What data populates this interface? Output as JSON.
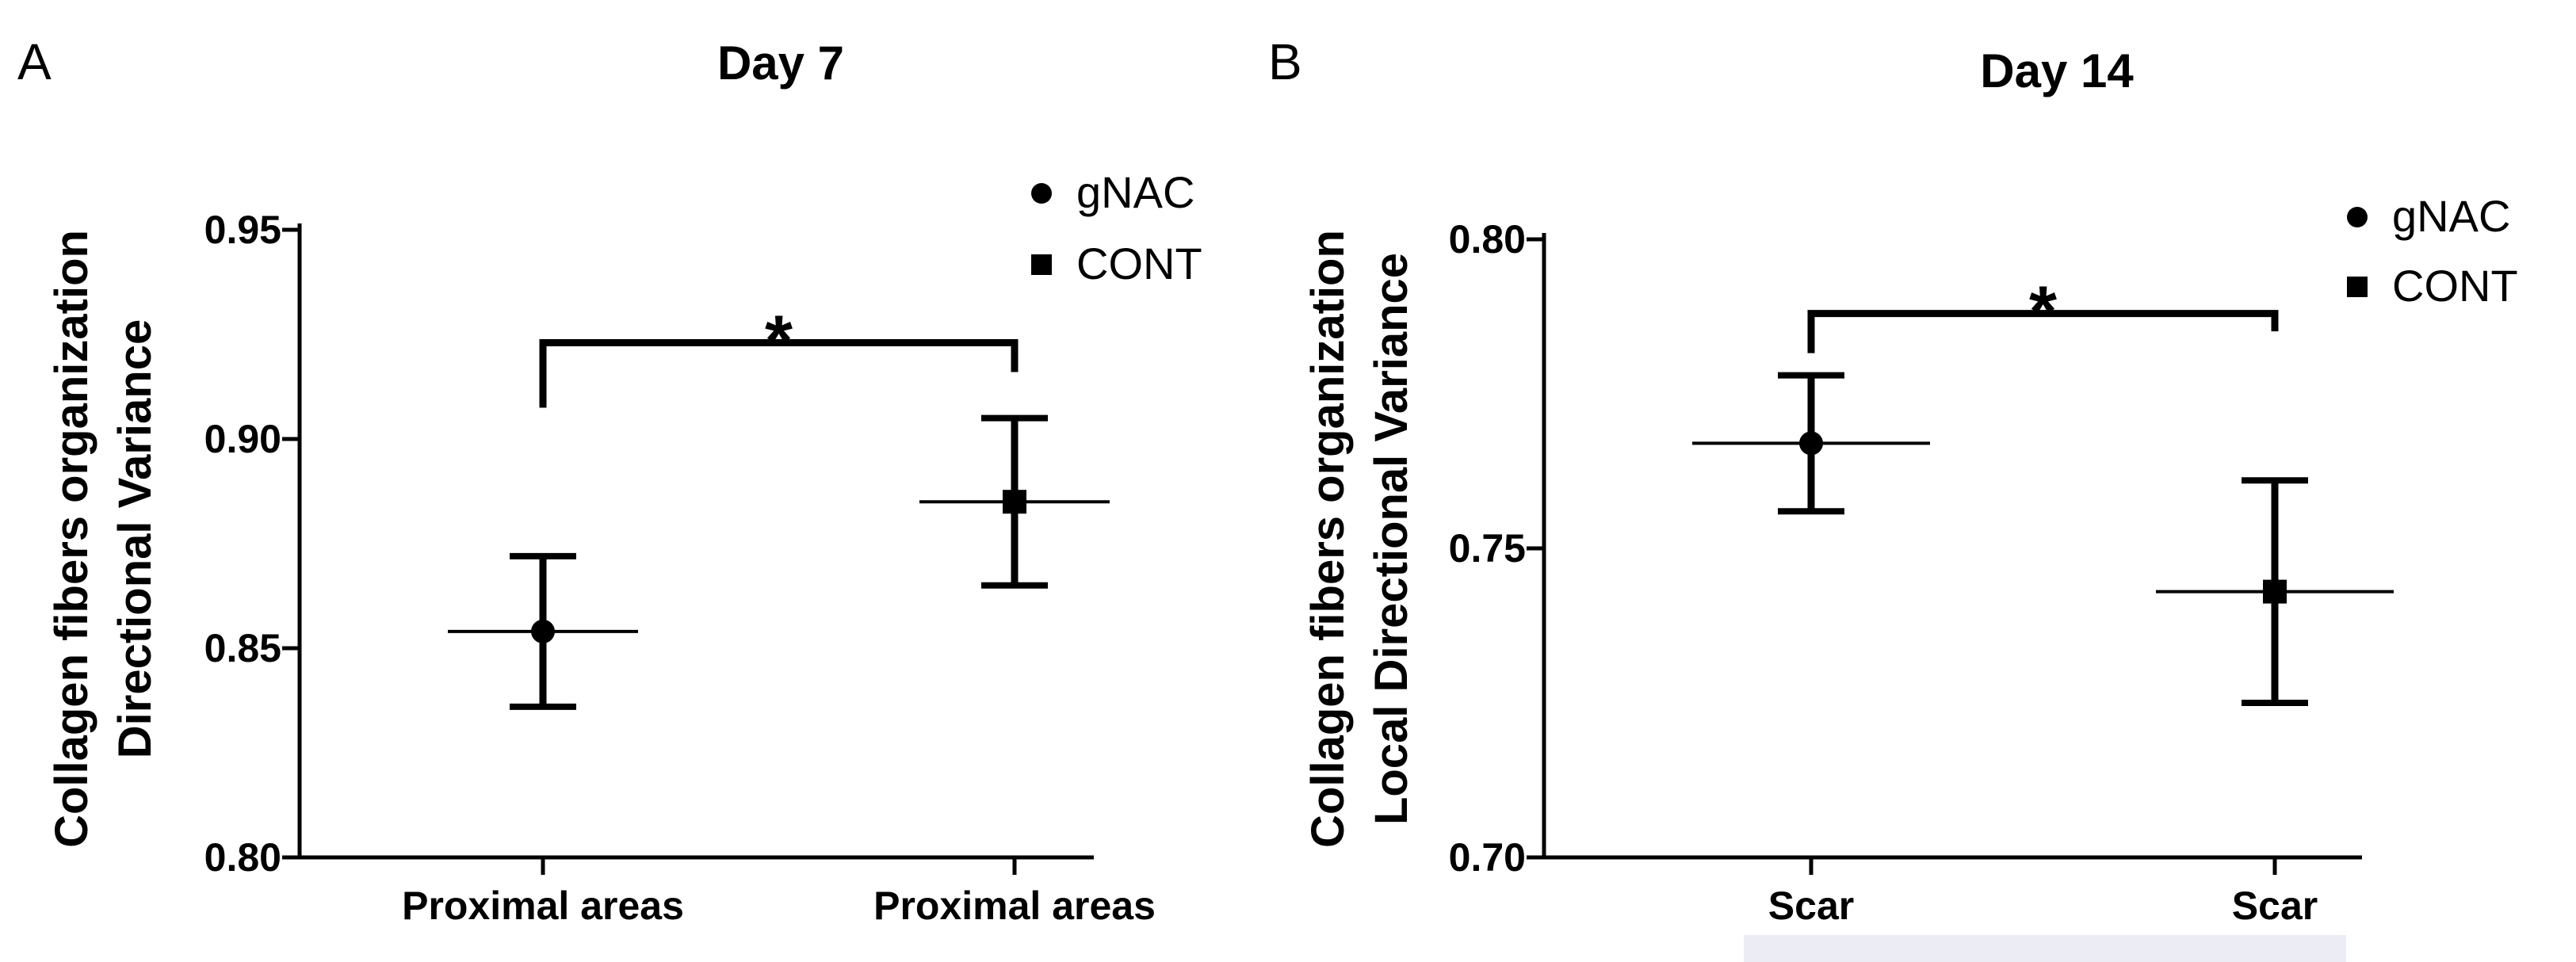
{
  "chart_data": [
    {
      "panel": "A",
      "type": "scatter",
      "title": "Day 7",
      "ylabel": "Collagen fibers organization\nDirectional Variance",
      "xlabel": "",
      "categories": [
        "Proximal areas",
        "Proximal areas"
      ],
      "ylim": [
        0.8,
        0.95
      ],
      "yticks": [
        "0.80",
        "0.85",
        "0.90",
        "0.95"
      ],
      "series": [
        {
          "name": "gNAC",
          "marker": "circle",
          "x_index": 0,
          "mean": 0.854,
          "err_low": 0.836,
          "err_high": 0.872
        },
        {
          "name": "CONT",
          "marker": "square",
          "x_index": 1,
          "mean": 0.885,
          "err_low": 0.865,
          "err_high": 0.905
        }
      ],
      "significance": {
        "label": "*",
        "from": 0,
        "to": 1,
        "y": 0.923
      },
      "legend_position": "top-right",
      "grid": false
    },
    {
      "panel": "B",
      "type": "scatter",
      "title": "Day  14",
      "ylabel": "Collagen fibers organization\nLocal Directional Variance",
      "xlabel": "",
      "categories": [
        "Scar",
        "Scar"
      ],
      "ylim": [
        0.7,
        0.8
      ],
      "yticks": [
        "0.70",
        "0.75",
        "0.80"
      ],
      "series": [
        {
          "name": "gNAC",
          "marker": "circle",
          "x_index": 0,
          "mean": 0.767,
          "err_low": 0.756,
          "err_high": 0.778
        },
        {
          "name": "CONT",
          "marker": "square",
          "x_index": 1,
          "mean": 0.743,
          "err_low": 0.725,
          "err_high": 0.761
        }
      ],
      "significance": {
        "label": "*",
        "from": 0,
        "to": 1,
        "y": 0.788
      },
      "legend_position": "top-right",
      "grid": false
    }
  ]
}
